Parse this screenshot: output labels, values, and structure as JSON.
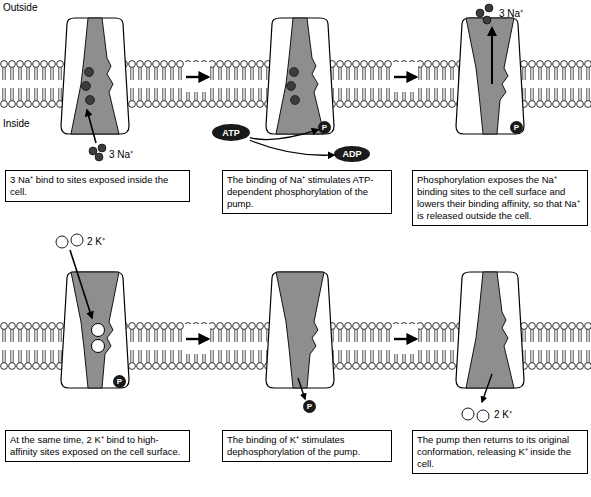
{
  "diagram": {
    "nodes": [
      {
        "text": [
          "3 Na⁺ bind to sites exposed inside the cell."
        ]
      },
      {
        "text": [
          "P"
        ]
      },
      {
        "text": [
          "ATP"
        ]
      },
      {
        "text": [
          "ADP"
        ]
      },
      {
        "text": [
          "The binding of Na⁺ stimulates ATP-dependent phosphorylation of the pump."
        ]
      },
      {
        "text": [
          "P"
        ]
      },
      {
        "text": [
          "Phosphorylation exposes the Na⁺ binding sites to the cell surface and lowers their binding affinity, so that Na⁺ is released outside the cell."
        ]
      },
      {
        "text": [
          "P"
        ]
      },
      {
        "text": [
          "At the same time, 2 K⁺ bind to high-affinity sites exposed on the cell surface."
        ]
      },
      {
        "text": [
          "P"
        ]
      },
      {
        "text": [
          "The binding of K⁺ stimulates dephosphorylation of the pump."
        ]
      },
      {
        "text": [
          "The pump then returns to its original conformation, releasing K⁺ inside the cell."
        ]
      }
    ],
    "edges": [
      {
        "from": 2,
        "to": 1,
        "arrow": "to"
      },
      {
        "from": 2,
        "to": 3,
        "arrow": "to"
      }
    ],
    "labels": [
      "Outside",
      "Inside",
      "3 Na⁺",
      "3 Na⁺",
      "2 K⁺",
      "2 K⁺"
    ]
  }
}
